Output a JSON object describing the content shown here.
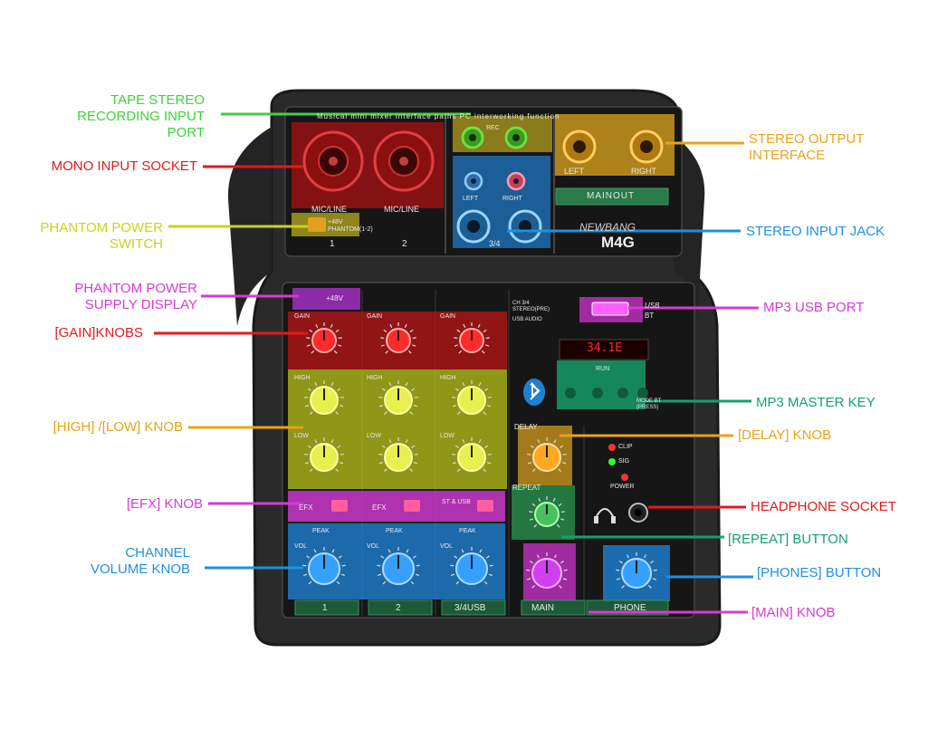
{
  "colors": {
    "red": "#e01b1b",
    "green": "#3fd13a",
    "yellow": "#c9d419",
    "magenta": "#d63ad6",
    "orange": "#e8a21c",
    "blue": "#1f8fe0",
    "teal": "#16a06b",
    "body": "#2a2a2a",
    "panel": "#161616"
  },
  "device": {
    "headline": "Musical mini mixer interface paths PC interworking function",
    "brand": "NEWBANG",
    "model": "M4G",
    "mic_line": "MIC/LINE",
    "phantom_label": "+48V PHANTOM(1-2)",
    "ch1": "1",
    "ch2": "2",
    "ch34_top": "3/4",
    "rec": "REC",
    "left": "LEFT",
    "right": "RIGHT",
    "mainout": "MAINOUT",
    "plus48": "+48V",
    "gain": "GAIN",
    "high": "HIGH",
    "low": "LOW",
    "efx": "EFX",
    "st_usb": "ST & USB",
    "peak": "PEAK",
    "vol": "VOL",
    "delay": "DELAY",
    "repeat": "REPEAT",
    "clip": "CLIP",
    "sig": "SIG",
    "power": "POWER",
    "main": "MAIN",
    "phone": "PHONE",
    "usb": "USB",
    "bt": "BT",
    "usb_audio": "USB AUDIO",
    "ch34_stereo": "CH 3/4 STEREO(PRE)",
    "mp3_display": "34.1E",
    "run": "RUN",
    "mode": "MODE BT (PRESS)",
    "strip1": "1",
    "strip2": "2",
    "strip3": "3/4USB"
  },
  "labels": {
    "tape": "TAPE STEREO\nRECORDING INPUT PORT",
    "mono": "MONO INPUT SOCKET",
    "phantom_switch": "PHANTOM POWER\nSWITCH",
    "phantom_display": "PHANTOM POWER\nSUPPLY DISPLAY",
    "gain": "[GAIN]KNOBS",
    "highlow": "[HIGH] /[LOW] KNOB",
    "efx": "[EFX] KNOB",
    "channel_vol": "CHANNEL\nVOLUME KNOB",
    "stereo_out": "STEREO OUTPUT\nINTERFACE",
    "stereo_in": "STEREO INPUT JACK",
    "mp3_usb": "MP3 USB PORT",
    "mp3_key": "MP3 MASTER KEY",
    "delay": "[DELAY] KNOB",
    "headphone": "HEADPHONE SOCKET",
    "repeat": "[REPEAT] BUTTON",
    "phones": "[PHONES] BUTTON",
    "main": "[MAIN] KNOB"
  }
}
